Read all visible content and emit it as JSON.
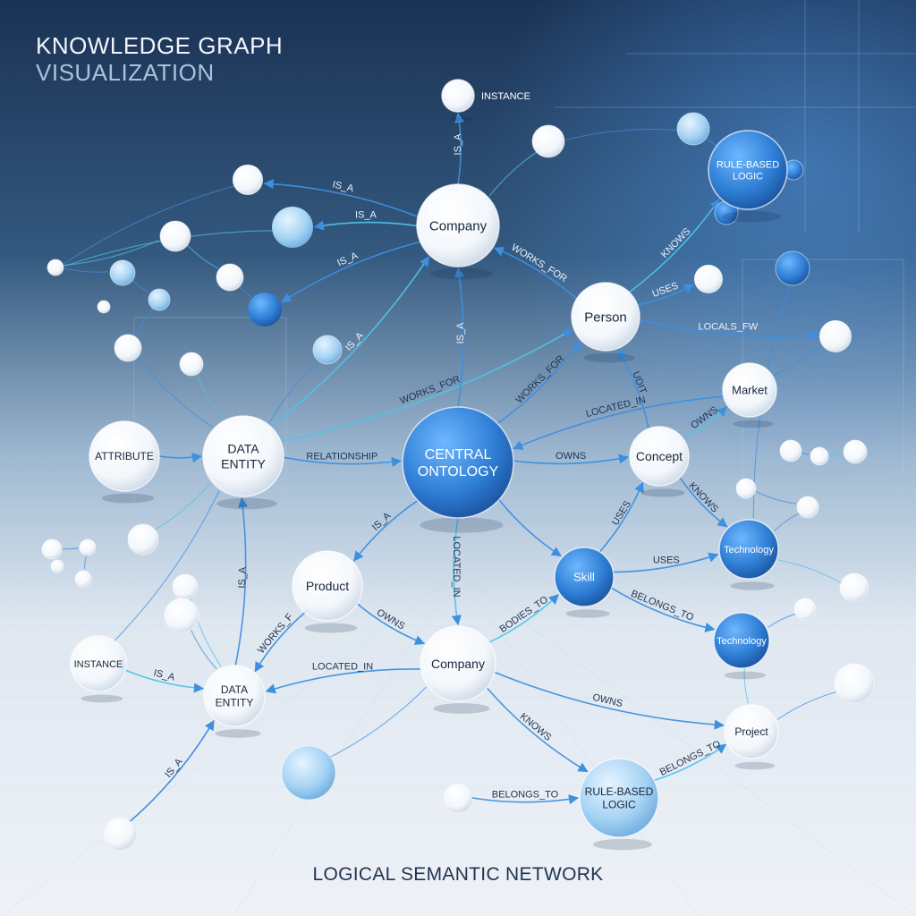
{
  "header": {
    "title_line1": "KNOWLEDGE GRAPH",
    "title_line2": "VISUALIZATION"
  },
  "footer": {
    "caption": "LOGICAL SEMANTIC NETWORK"
  },
  "colors": {
    "background_top": "#1b3558",
    "background_bottom": "#e9eff6",
    "edge": "#3d8fe0",
    "edge_cyan": "#4fc3ea",
    "node_white": "#ffffff",
    "node_blue": "#2f7fd6"
  },
  "nodes": [
    {
      "id": "company_top",
      "label": "Company",
      "style": "white"
    },
    {
      "id": "instance_top",
      "label": "INSTANCE",
      "style": "white"
    },
    {
      "id": "person",
      "label": "Person",
      "style": "white"
    },
    {
      "id": "rule_top",
      "label": "RULE-BASED\nLOGIC",
      "style": "blue"
    },
    {
      "id": "market",
      "label": "Market",
      "style": "white"
    },
    {
      "id": "concept",
      "label": "Concept",
      "style": "white"
    },
    {
      "id": "central",
      "label": "CENTRAL\nONTOLOGY",
      "style": "blue"
    },
    {
      "id": "data_entity_mid",
      "label": "DATA\nENTITY",
      "style": "white"
    },
    {
      "id": "attribute",
      "label": "ATTRIBUTE",
      "style": "white"
    },
    {
      "id": "product",
      "label": "Product",
      "style": "white"
    },
    {
      "id": "skill",
      "label": "Skill",
      "style": "blue"
    },
    {
      "id": "tech_right",
      "label": "Technology",
      "style": "blue"
    },
    {
      "id": "tech_low",
      "label": "Technology",
      "style": "blue"
    },
    {
      "id": "company_bot",
      "label": "Company",
      "style": "white"
    },
    {
      "id": "instance_left",
      "label": "INSTANCE",
      "style": "white"
    },
    {
      "id": "data_entity_low",
      "label": "DATA\nENTITY",
      "style": "white"
    },
    {
      "id": "project",
      "label": "Project",
      "style": "white"
    },
    {
      "id": "rule_bot",
      "label": "RULE-BASED\nLOGIC",
      "style": "lightblue"
    }
  ],
  "edges": [
    {
      "from": "company_top",
      "to": "instance_top",
      "label": "IS_A"
    },
    {
      "from": "company_top",
      "to": "small_top_b",
      "label": "IS_A"
    },
    {
      "from": "company_top",
      "to": "small_top_a",
      "label": "IS_A"
    },
    {
      "from": "company_top",
      "to": "small_top_c",
      "label": "IS_A"
    },
    {
      "from": "person",
      "to": "company_top",
      "label": "WORKS_FOR"
    },
    {
      "from": "data_entity_mid",
      "to": "person",
      "label": "WORKS_FOR"
    },
    {
      "from": "central",
      "to": "company_top",
      "label": "IS_A"
    },
    {
      "from": "central",
      "to": "person",
      "label": "WORKS_FOR"
    },
    {
      "from": "concept",
      "to": "person",
      "label": "UDIT"
    },
    {
      "from": "person",
      "to": "rule_top",
      "label": "KNOWS"
    },
    {
      "from": "person",
      "to": "small_right_b",
      "label": "USES"
    },
    {
      "from": "person",
      "to": "small_right_c",
      "label": "LOCALS_FW"
    },
    {
      "from": "market",
      "to": "central",
      "label": "LOCATED_IN"
    },
    {
      "from": "concept",
      "to": "market",
      "label": "OWNS"
    },
    {
      "from": "central",
      "to": "concept",
      "label": "OWNS"
    },
    {
      "from": "data_entity_mid",
      "to": "central",
      "label": "RELATIONSHIP"
    },
    {
      "from": "attribute",
      "to": "data_entity_mid",
      "label": ""
    },
    {
      "from": "data_entity_mid",
      "to": "company_top",
      "label": "IS_A"
    },
    {
      "from": "concept",
      "to": "tech_right",
      "label": "KNOWS"
    },
    {
      "from": "skill",
      "to": "concept",
      "label": "USES"
    },
    {
      "from": "central",
      "to": "product",
      "label": "IS_A"
    },
    {
      "from": "central",
      "to": "company_bot",
      "label": "LOCATED_IN"
    },
    {
      "from": "central",
      "to": "skill",
      "label": ""
    },
    {
      "from": "skill",
      "to": "tech_right",
      "label": "USES"
    },
    {
      "from": "skill",
      "to": "tech_low",
      "label": "BELONGS_TO"
    },
    {
      "from": "company_bot",
      "to": "skill",
      "label": "BODIES_TO"
    },
    {
      "from": "product",
      "to": "company_bot",
      "label": "OWNS"
    },
    {
      "from": "product",
      "to": "data_entity_low",
      "label": "WORKS_F"
    },
    {
      "from": "data_entity_low",
      "to": "data_entity_mid",
      "label": "IS_A"
    },
    {
      "from": "instance_left",
      "to": "data_entity_low",
      "label": "IS_A"
    },
    {
      "from": "company_bot",
      "to": "data_entity_low",
      "label": "LOCATED_IN"
    },
    {
      "from": "company_bot",
      "to": "project",
      "label": "OWNS"
    },
    {
      "from": "company_bot",
      "to": "rule_bot",
      "label": "KNOWS"
    },
    {
      "from": "rule_bot",
      "to": "project",
      "label": "BELONGS_TO"
    },
    {
      "from": "small_bottom",
      "to": "rule_bot",
      "label": "BELONGS_TO"
    },
    {
      "from": "small_left_low",
      "to": "data_entity_low",
      "label": "IS_A"
    }
  ]
}
